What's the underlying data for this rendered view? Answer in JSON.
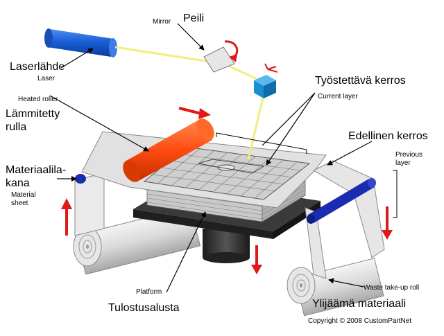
{
  "labels": {
    "mirror_en": "Mirror",
    "mirror_fi": "Peili",
    "laser_fi": "Laserlähde",
    "laser_en": "Laser",
    "heated_roller_en": "Heated roller",
    "heated_roller_fi_1": "Lämmitetty",
    "heated_roller_fi_2": "rulla",
    "current_layer_fi": "Työstettävä kerros",
    "current_layer_en": "Current layer",
    "previous_layer_fi": "Edellinen kerros",
    "previous_layer_en_1": "Previous",
    "previous_layer_en_2": "layer",
    "material_sheet_fi_1": "Materiaalila-",
    "material_sheet_fi_2": "kana",
    "material_sheet_en_1": "Material",
    "material_sheet_en_2": "sheet",
    "platform_en": "Platform",
    "platform_fi": "Tulostusalusta",
    "waste_en": "Waste take-up roll",
    "waste_fi": "Ylijäämä materiaali",
    "copyright": "Copyright © 2008 CustomPartNet"
  },
  "colors": {
    "laser_body": "#1a5fd6",
    "laser_beam": "#f2ee7a",
    "heated_roller": "#ff5a14",
    "arrow_red": "#e01818",
    "scanner_cube": "#1a8fd0",
    "guide_roller": "#1a2db0",
    "platform": "#2b2b2b",
    "sheet": "#d9d9d9"
  }
}
